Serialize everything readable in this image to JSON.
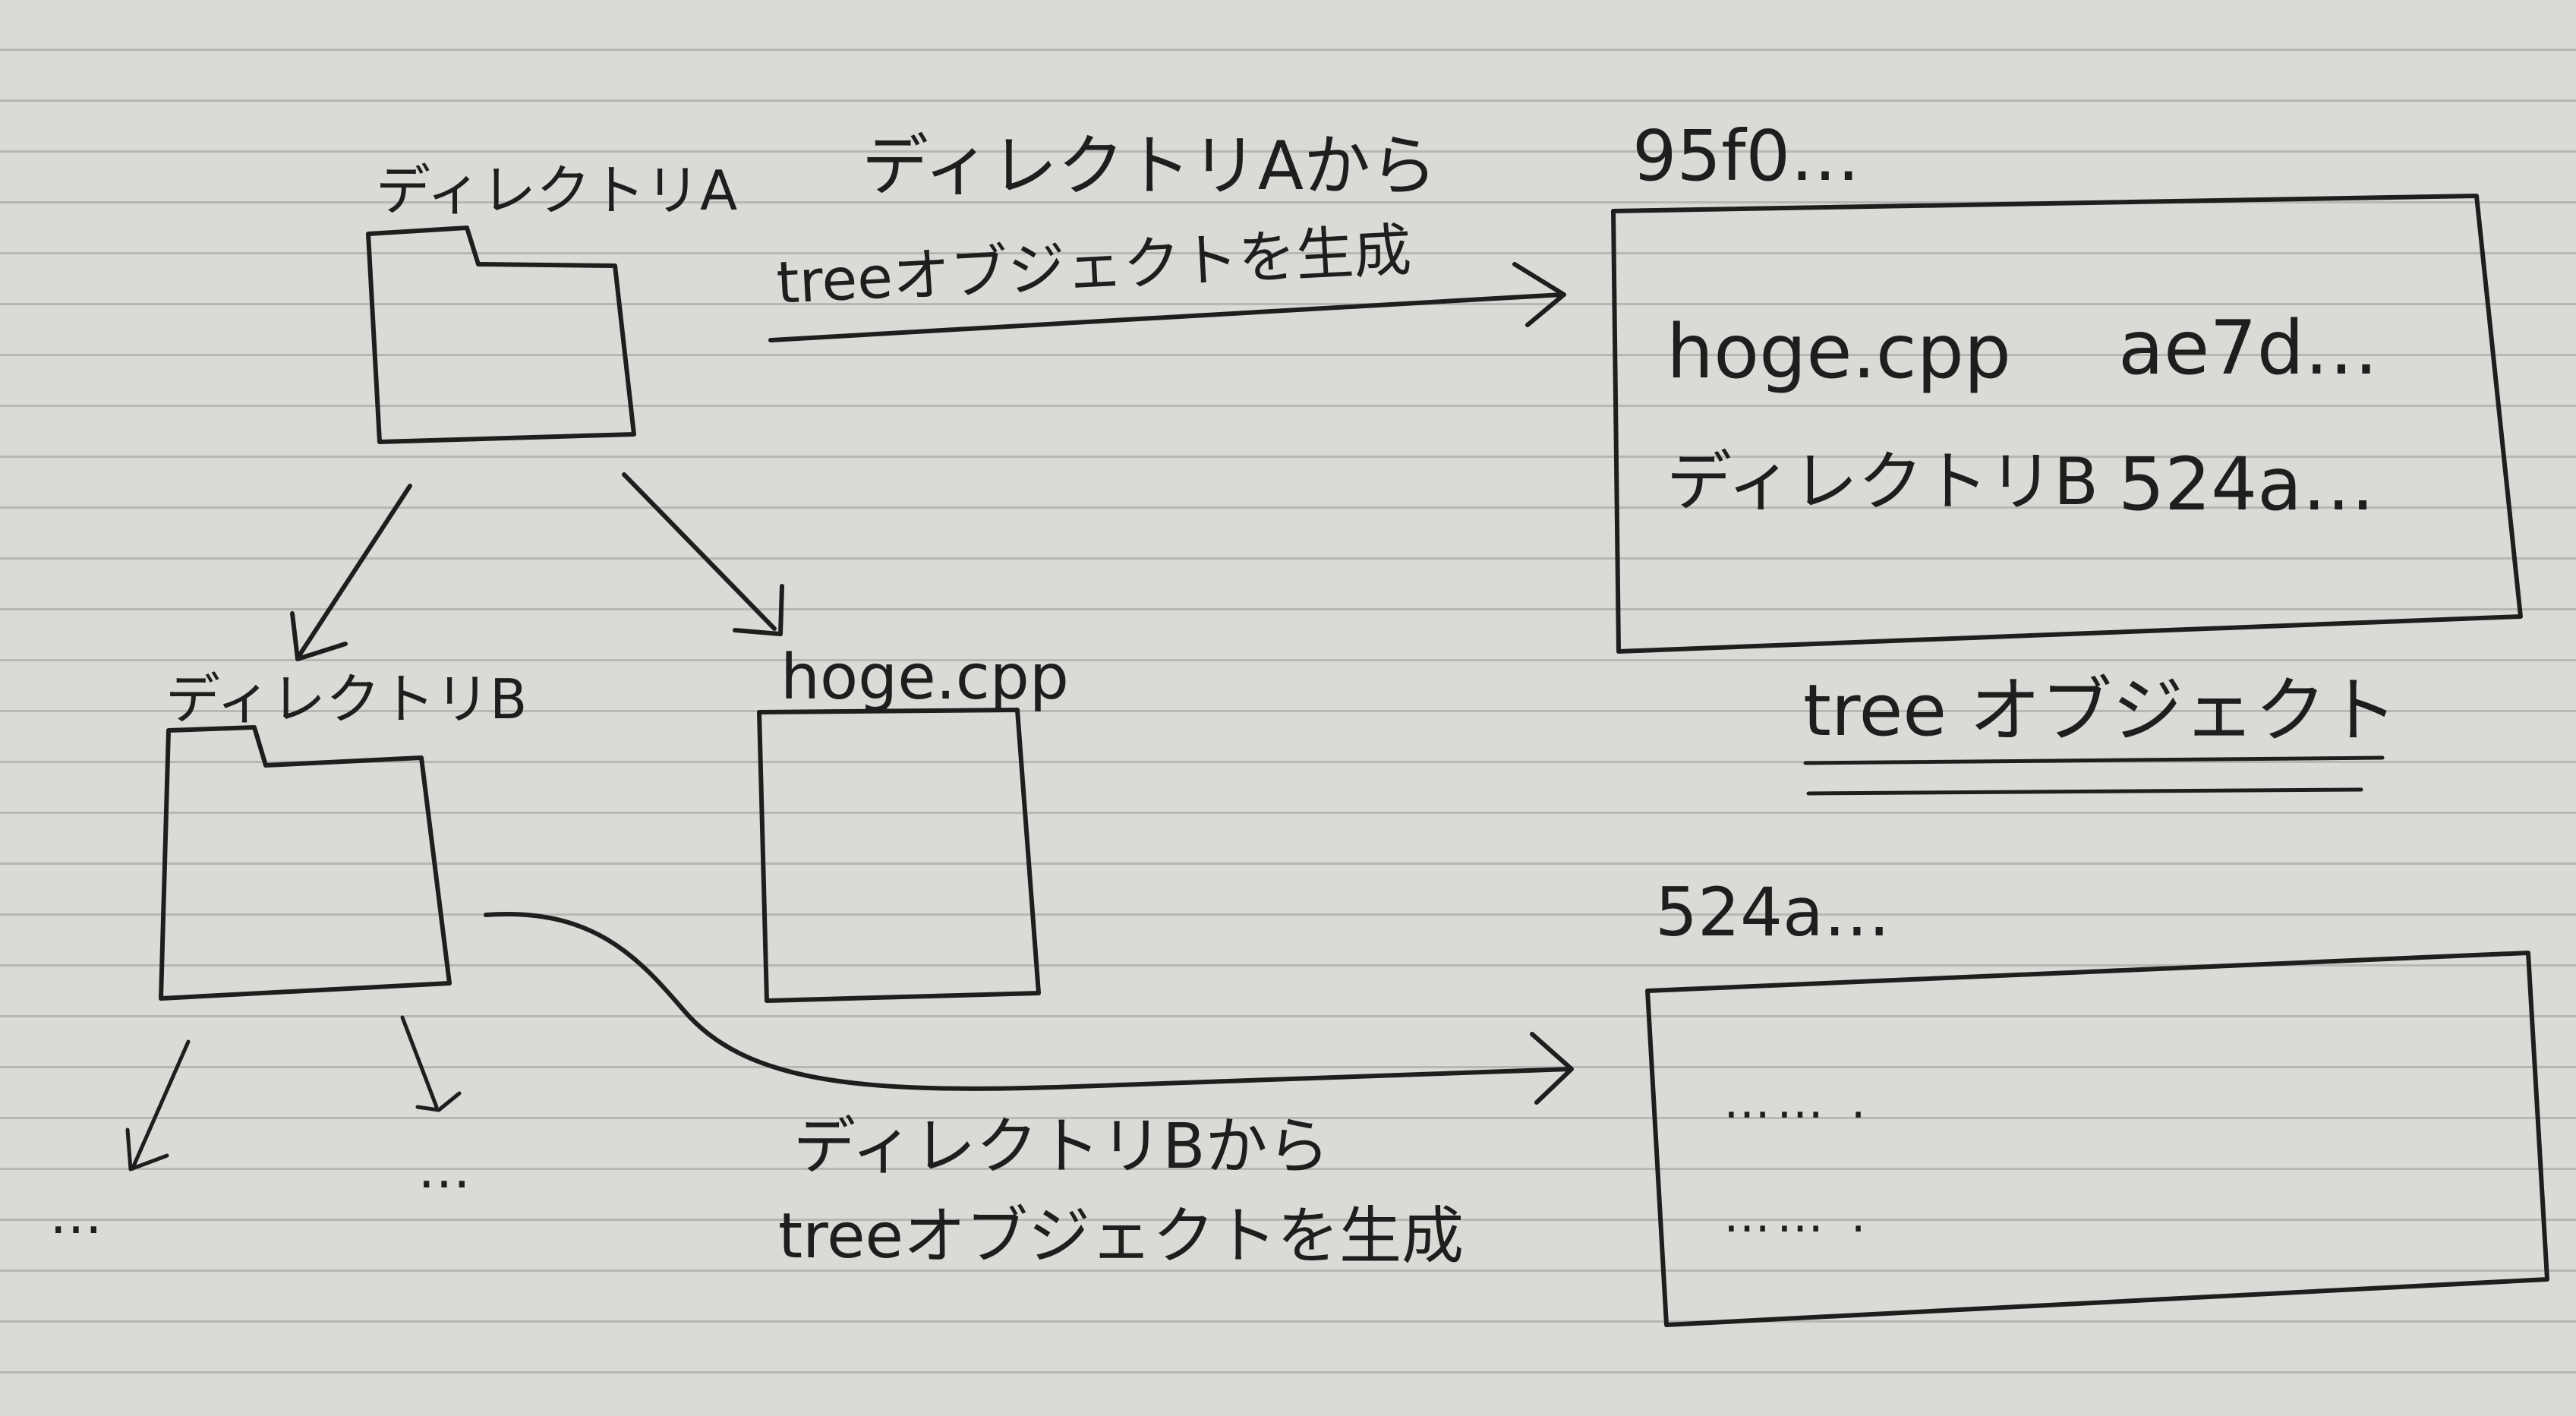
{
  "nodes": {
    "dir_a": {
      "label": "ディレクトリA"
    },
    "dir_b": {
      "label": "ディレクトリB"
    },
    "file_hoge": {
      "label": "hoge.cpp"
    },
    "dir_b_children": {
      "left": "…",
      "right": "…"
    }
  },
  "arrows": {
    "top": {
      "line1": "ディレクトリAから",
      "line2": "treeオブジェクトを生成"
    },
    "bottom": {
      "line1": "ディレクトリBから",
      "line2": "treeオブジェクトを生成"
    }
  },
  "tree_objects": [
    {
      "hash": "95f0…",
      "entries": [
        {
          "name": "hoge.cpp",
          "hash": "ae7d…"
        },
        {
          "name": "ディレクトリB",
          "hash": "524a…"
        }
      ]
    },
    {
      "hash": "524a…",
      "entries": [
        {
          "name": "",
          "hash": "",
          "placeholder": "…… ."
        },
        {
          "name": "",
          "hash": "",
          "placeholder": "…… ."
        }
      ]
    }
  ],
  "legend": {
    "tree_object_label": "tree オブジェクト"
  }
}
